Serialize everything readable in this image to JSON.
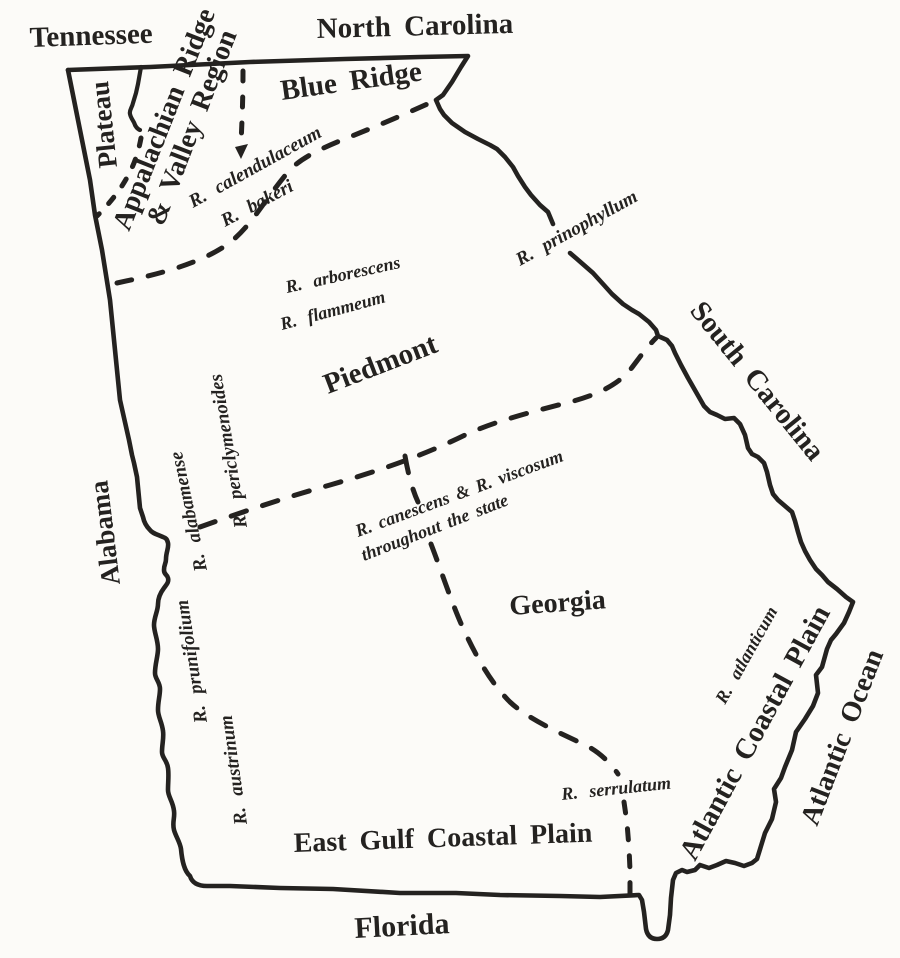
{
  "figure": {
    "type": "hand-drawn distribution map",
    "subject": "Native Rhododendron (azalea) species across the physiographic regions of Georgia, USA",
    "background_color": "#fcfbf8",
    "ink_color": "#242220"
  },
  "neighbor_labels": {
    "tennessee": "Tennessee",
    "north_carolina": "North Carolina",
    "south_carolina": "South Carolina",
    "alabama": "Alabama",
    "florida": "Florida",
    "atlantic_ocean": "Atlantic Ocean"
  },
  "state_label": "Georgia",
  "region_labels": {
    "plateau": "Plateau",
    "appalachian_line1": "Appalachian Ridge",
    "appalachian_line2": "& Valley Region",
    "blue_ridge": "Blue Ridge",
    "piedmont": "Piedmont",
    "east_gulf_coastal_plain": "East Gulf Coastal Plain",
    "atlantic_coastal_plain": "Atlantic Coastal Plain"
  },
  "species_labels": {
    "calendulaceum": "R. calendulaceum",
    "bakeri": "R. bakeri",
    "arborescens": "R. arborescens",
    "flammeum": "R. flammeum",
    "prinophyllum": "R. prinophyllum",
    "periclymenoides": "R. periclymenoides",
    "alabamense": "R. alabamense",
    "prunifolium": "R. prunifolium",
    "austrinum": "R. austrinum",
    "atlanticum": "R. atlanticum",
    "serrulatum": "R. serrulatum"
  },
  "statewide_note": {
    "line1": "R. canescens & R. viscosum",
    "line2": "throughout the state"
  }
}
